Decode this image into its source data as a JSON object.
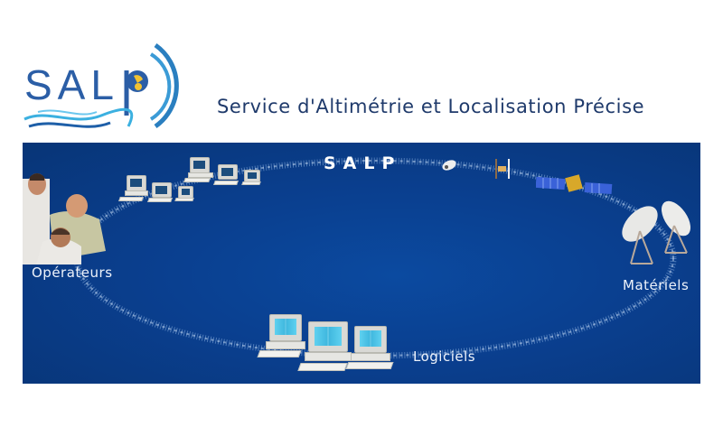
{
  "header": {
    "logo_text": "SALP",
    "subtitle": "Service d'Altimétrie et Localisation Précise"
  },
  "banner": {
    "title": "SALP",
    "labels": {
      "operators": "Opérateurs",
      "hardware": "Matériels",
      "software": "Logiciels"
    },
    "icons": [
      "operators-photo",
      "workstations-group",
      "satellite-small",
      "satellite-beacon",
      "jason-satellite",
      "antenna-dishes",
      "computers-group"
    ]
  },
  "colors": {
    "subtitle": "#1f3a6b",
    "banner_bg": "#0a3f8f",
    "logo_blue": "#1e5fa8",
    "logo_yellow": "#f1c232"
  }
}
